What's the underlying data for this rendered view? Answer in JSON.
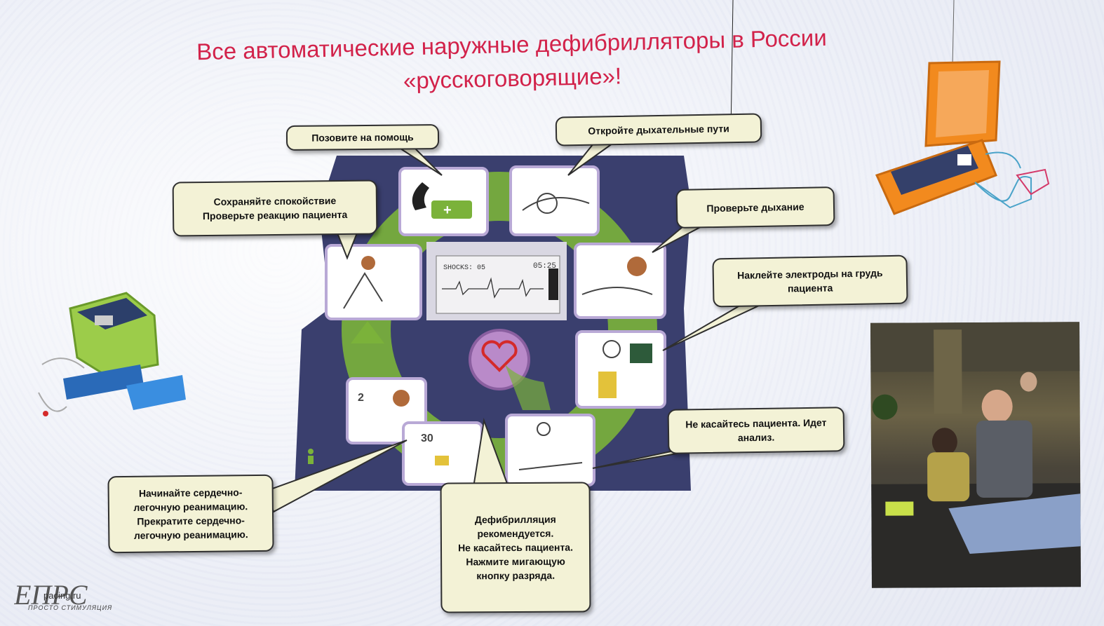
{
  "slide": {
    "title_line1": "Все автоматические наружные дефибрилляторы в России",
    "title_line2": "«русскоговорящие»!"
  },
  "callouts": {
    "call_help": "Позовите на помощь",
    "open_airway": "Откройте дыхательные пути",
    "stay_calm": "Сохраняйте спокойствие\nПроверьте реакцию пациента",
    "check_breathing": "Проверьте дыхание",
    "attach_pads": "Наклейте электроды на грудь\nпациента",
    "dont_touch": "Не касайтесь пациента. Идет\nанализ.",
    "start_cpr": "Начинайте сердечно-\nлегочную реанимацию.\nПрекратите сердечно-\nлегочную реанимацию.",
    "defib_advised": "Дефибрилляция\nрекомендуется.\nНе касайтесь пациента.\nНажмите мигающую\nкнопку разряда."
  },
  "aed_display": {
    "shocks_label": "SHOCKS: 05",
    "time_label": "05:25"
  },
  "panel_icons": {
    "count_2": "2",
    "count_30": "30"
  },
  "watermark": {
    "logo_text": "ЕПРС",
    "site": "pacing.ru",
    "tagline": "ПРОСТО СТИМУЛЯЦИЯ"
  },
  "colors": {
    "title": "#d2224a",
    "panel_navy": "#3a3f6e",
    "panel_green": "#7bb23a",
    "callout_fill": "#f3f2d6",
    "device_orange": "#f28a1e"
  }
}
